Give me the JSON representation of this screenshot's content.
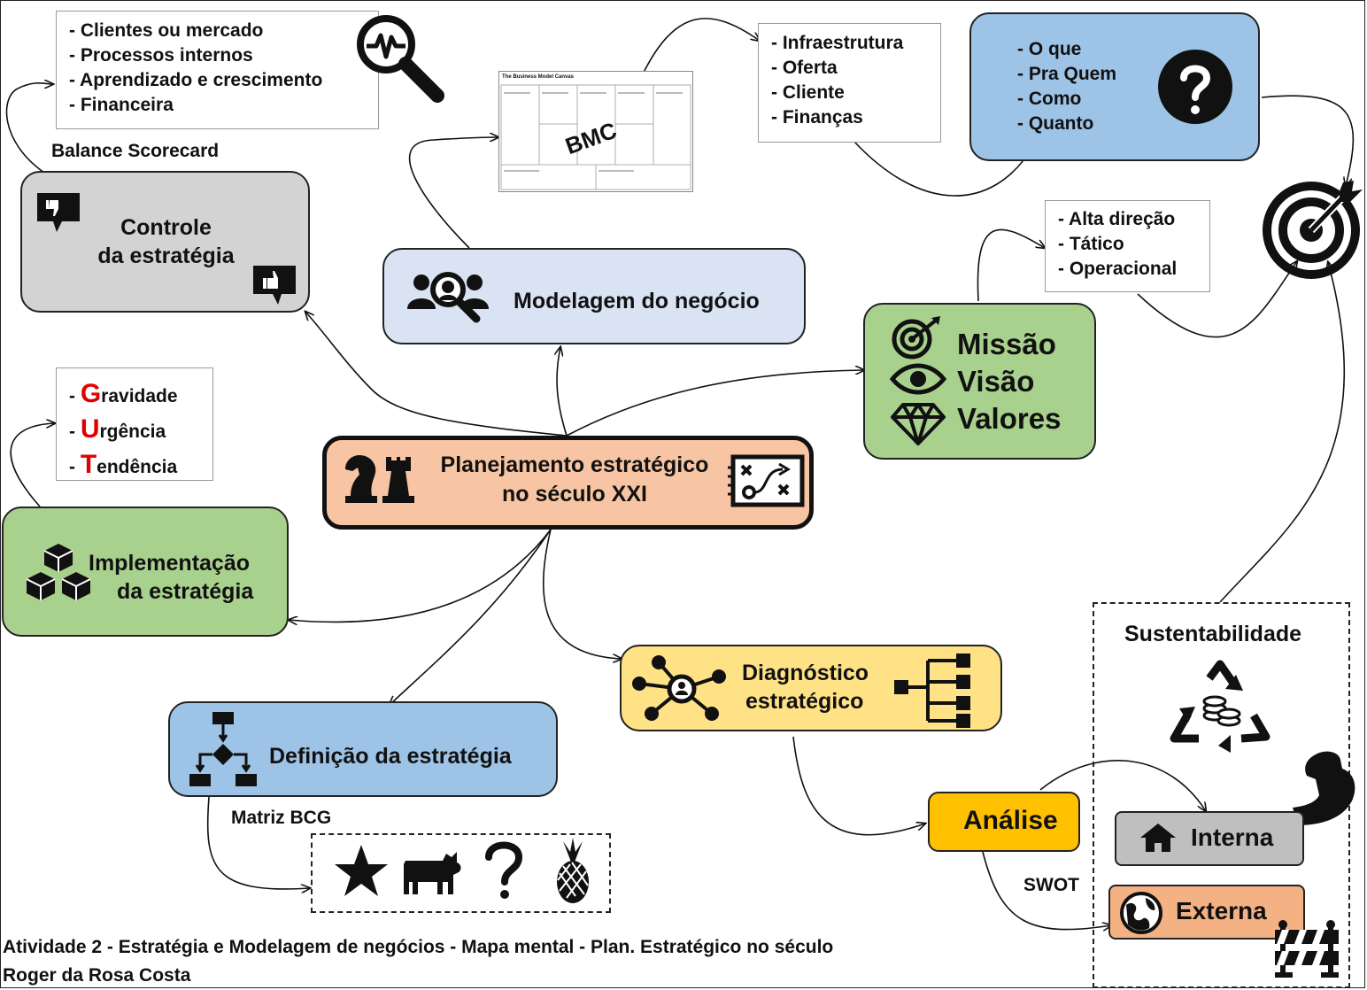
{
  "center": {
    "line1": "Planejamento estratégico",
    "line2": "no século XXI"
  },
  "balance": {
    "title": "Balance Scorecard",
    "items": [
      "- Clientes ou mercado",
      "- Processos internos",
      "- Aprendizado e crescimento",
      "- Financeira"
    ]
  },
  "controle": {
    "line1": "Controle",
    "line2": "da estratégia"
  },
  "bmc": {
    "label": "BMC",
    "canvas_title": "The Business Model Canvas",
    "items": [
      "- Infraestrutura",
      "- Oferta",
      "- Cliente",
      "- Finanças"
    ]
  },
  "modelagem": {
    "label": "Modelagem do negócio"
  },
  "questions": {
    "items": [
      "- O que",
      "- Pra Quem",
      "- Como",
      "- Quanto"
    ]
  },
  "levels": {
    "items": [
      "- Alta direção",
      "- Tático",
      "- Operacional"
    ]
  },
  "mvv": {
    "missao": "Missão",
    "visao": "Visão",
    "valores": "Valores"
  },
  "gut": {
    "items": [
      {
        "prefix": "- ",
        "initial": "G",
        "rest": "ravidade"
      },
      {
        "prefix": "- ",
        "initial": "U",
        "rest": "rgência"
      },
      {
        "prefix": "- ",
        "initial": "T",
        "rest": "endência"
      }
    ],
    "accent_color": "#e00000"
  },
  "implementacao": {
    "line1": "Implementação",
    "line2": "da estratégia"
  },
  "definicao": {
    "label": "Definição da estratégia"
  },
  "bcg": {
    "title": "Matriz BCG",
    "icons": [
      "star-icon",
      "cow-icon",
      "question-icon",
      "pineapple-icon"
    ]
  },
  "diagnostico": {
    "line1": "Diagnóstico",
    "line2": "estratégico"
  },
  "analise": {
    "label": "Análise",
    "swot": "SWOT"
  },
  "sustentabilidade": {
    "title": "Sustentabilidade",
    "interna": "Interna",
    "externa": "Externa"
  },
  "footer": {
    "line1": "Atividade 2 - Estratégia e Modelagem de negócios - Mapa mental - Plan. Estratégico no século",
    "line2": "Roger da Rosa Costa"
  },
  "colors": {
    "center": "#f7c5a3",
    "controle": "#d3d3d3",
    "modelagem": "#dae3f3",
    "mvv": "#a9d18e",
    "implementacao": "#a9d18e",
    "definicao": "#9dc3e6",
    "diagnostico": "#ffe285",
    "analise": "#ffc000",
    "questions": "#9dc3e6",
    "interna": "#bfbfbf",
    "externa": "#f4b183"
  }
}
